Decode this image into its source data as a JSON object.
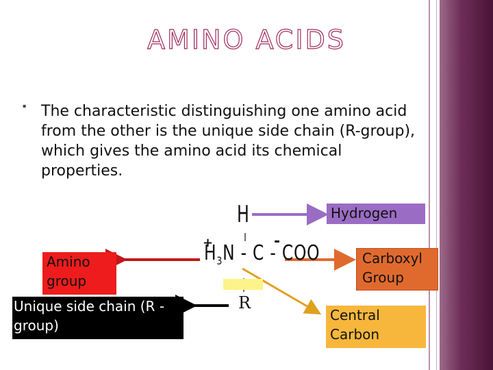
{
  "slide": {
    "title": "AMINO ACIDS",
    "bullet_symbol": "▪",
    "body": "The characteristic distinguishing one amino acid from the other is the unique side chain (R-group), which gives the amino acid its chemical properties."
  },
  "labels": {
    "hydrogen": "Hydrogen",
    "amino_group": "Amino group",
    "carboxyl_group": "Carboxyl Group",
    "side_chain": "Unique side chain (R -group)",
    "central_carbon": "Central Carbon"
  },
  "formula": {
    "top_atom": "H",
    "charge_plus": "+",
    "charge_minus": "-",
    "r_group": "R"
  },
  "colors": {
    "title_outline": "#a02a5d",
    "hydrogen": "#9b6cc4",
    "amino": "#ee1c1c",
    "carboxyl": "#e06a2e",
    "side_chain": "#000000",
    "central_carbon": "#f7b73c"
  }
}
